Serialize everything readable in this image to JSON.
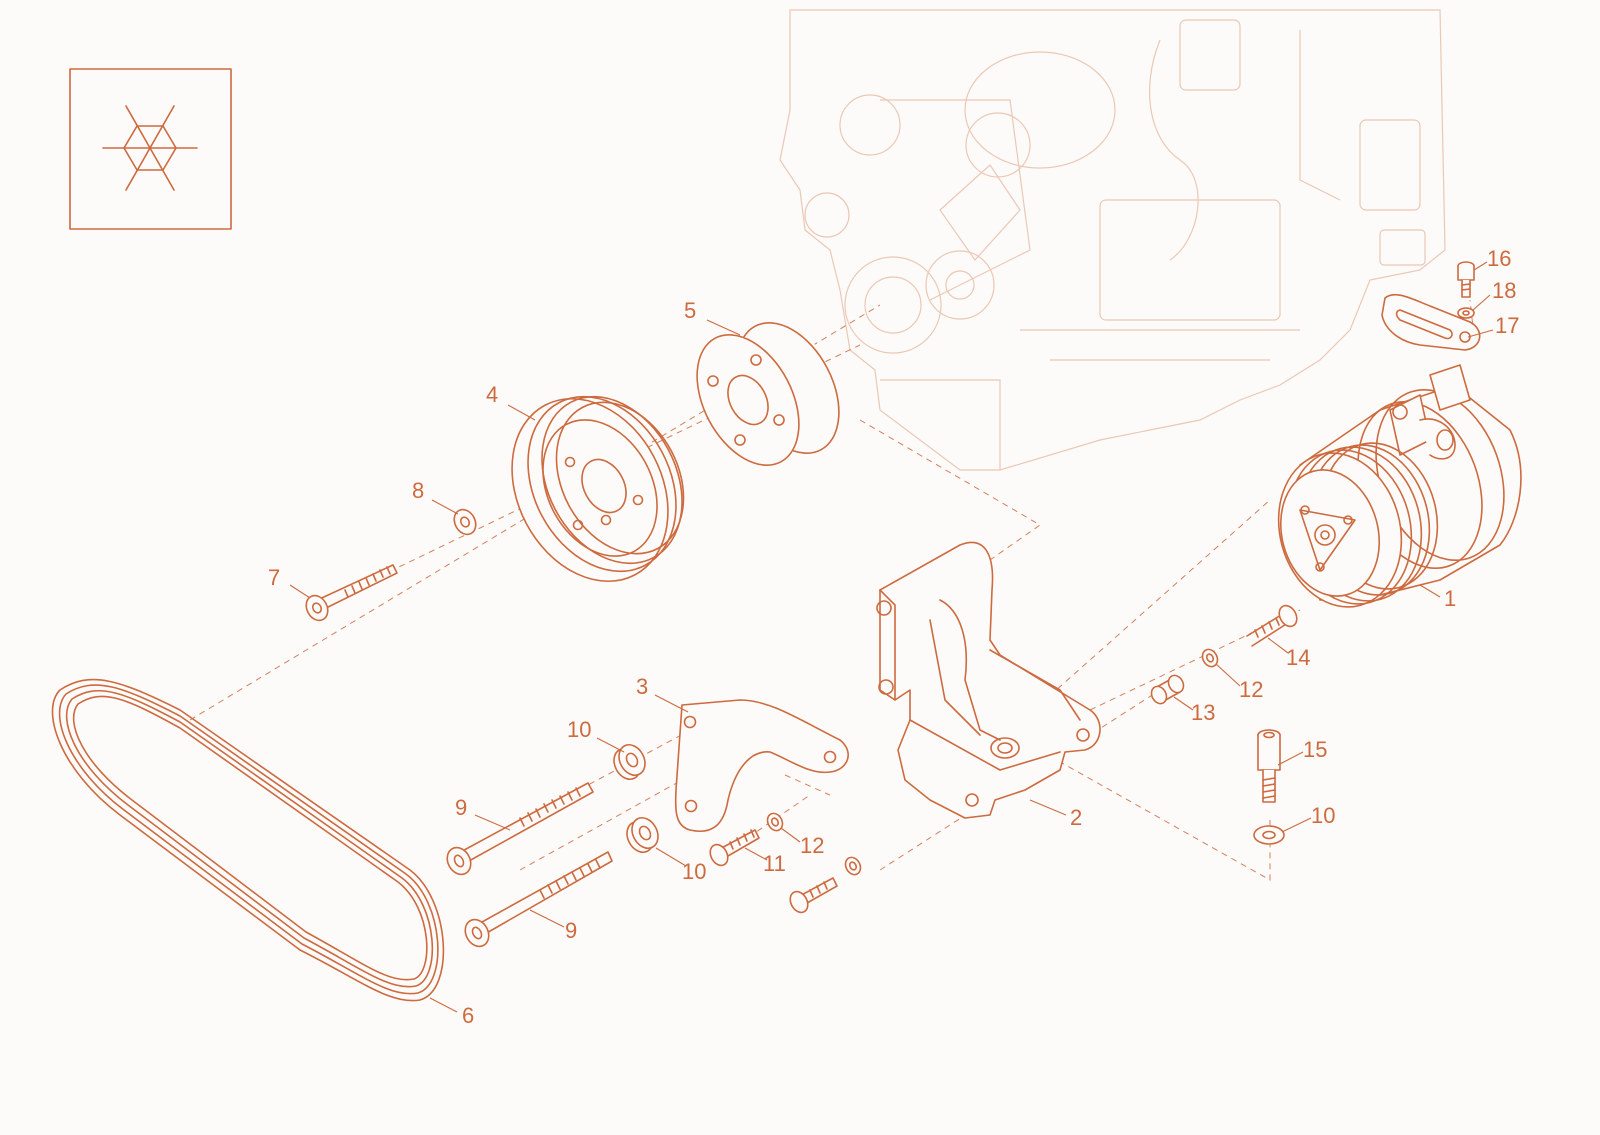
{
  "colors": {
    "accent": "#cd6a3e",
    "faint": "#ebc8b4",
    "background": "#fcfbfa"
  },
  "icon": {
    "name": "air-conditioning-snowflake-icon"
  },
  "callouts": {
    "c1": "1",
    "c2": "2",
    "c3": "3",
    "c4": "4",
    "c5": "5",
    "c6": "6",
    "c7": "7",
    "c8": "8",
    "c9a": "9",
    "c9b": "9",
    "c10a": "10",
    "c10b": "10",
    "c10c": "10",
    "c11": "11",
    "c12a": "12",
    "c12b": "12",
    "c13": "13",
    "c14": "14",
    "c15": "15",
    "c16": "16",
    "c17": "17",
    "c18": "18"
  }
}
